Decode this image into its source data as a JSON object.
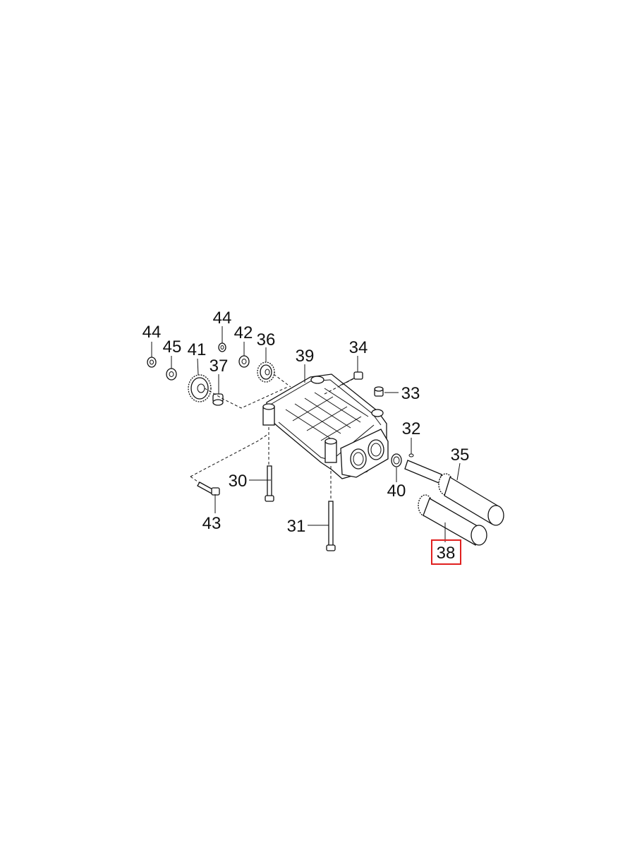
{
  "diagram": {
    "highlight_color": "#e0201f",
    "callouts": [
      {
        "id": "44a",
        "text": "44"
      },
      {
        "id": "44b",
        "text": "44"
      },
      {
        "id": "45",
        "text": "45"
      },
      {
        "id": "41",
        "text": "41"
      },
      {
        "id": "42",
        "text": "42"
      },
      {
        "id": "36",
        "text": "36"
      },
      {
        "id": "37",
        "text": "37"
      },
      {
        "id": "39",
        "text": "39"
      },
      {
        "id": "34",
        "text": "34"
      },
      {
        "id": "33",
        "text": "33"
      },
      {
        "id": "32",
        "text": "32"
      },
      {
        "id": "35",
        "text": "35"
      },
      {
        "id": "30",
        "text": "30"
      },
      {
        "id": "40",
        "text": "40"
      },
      {
        "id": "43",
        "text": "43"
      },
      {
        "id": "31",
        "text": "31"
      },
      {
        "id": "38",
        "text": "38",
        "highlighted": true
      }
    ]
  }
}
